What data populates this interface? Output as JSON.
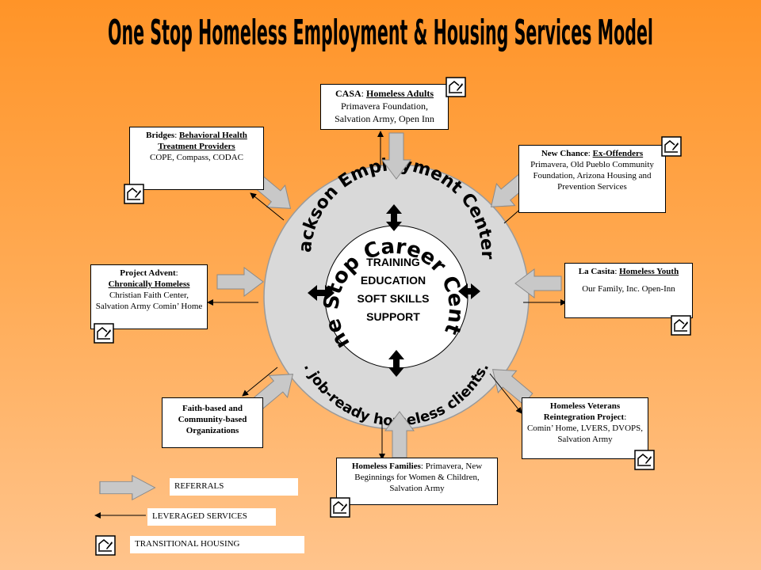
{
  "title": "One Stop Homeless Employment & Housing Services Model",
  "center": {
    "outer_top": "Jackson Employment Center",
    "outer_bottom": ". job-ready homeless clients.",
    "inner_ring": "One Stop Career Center",
    "core": [
      "TRAINING",
      "EDUCATION",
      "SOFT SKILLS",
      "SUPPORT"
    ]
  },
  "nodes": {
    "casa": {
      "name": "CASA",
      "sep": ": ",
      "focus": "Homeless Adults",
      "providers": "Primavera Foundation, Salvation Army, Open Inn"
    },
    "bridges": {
      "name": "Bridges",
      "sep": ": ",
      "focus": "Behavioral Health Treatment Providers",
      "providers": "COPE,  Compass, CODAC"
    },
    "newchance": {
      "name": "New Chance",
      "sep": ": ",
      "focus": "Ex-Offenders",
      "providers": "Primavera, Old Pueblo Community Foundation, Arizona Housing and Prevention Services"
    },
    "advent": {
      "name": "Project Advent",
      "sep": ":",
      "focus": "Chronically Homeless",
      "providers": "Christian Faith Center, Salvation Army Comin’ Home"
    },
    "lacasita": {
      "name": "La Casita",
      "sep": ": ",
      "focus": "Homeless Youth",
      "providers": "Our Family, Inc. Open-Inn"
    },
    "faith": {
      "name": "Faith-based and Community-based Organizations"
    },
    "veterans": {
      "name": "Homeless Veterans Reintegration Project",
      "sep": ":",
      "providers": "Comin’ Home, LVERS, DVOPS,  Salvation Army"
    },
    "families": {
      "name": "Homeless Families",
      "sep": ": ",
      "providers": "Primavera, New Beginnings for Women & Children, Salvation Army"
    }
  },
  "legend": {
    "referrals": "REFERRALS",
    "leveraged": "LEVERAGED  SERVICES",
    "housing": "TRANSITIONAL  HOUSING"
  },
  "colors": {
    "background_top": "#ff9428",
    "background_bottom": "#ffc48c",
    "circle_fill": "#d9d9d9",
    "arrow_fill": "#c8c8c8",
    "text": "#000000"
  },
  "icons": {
    "house": "house-pen-icon"
  }
}
